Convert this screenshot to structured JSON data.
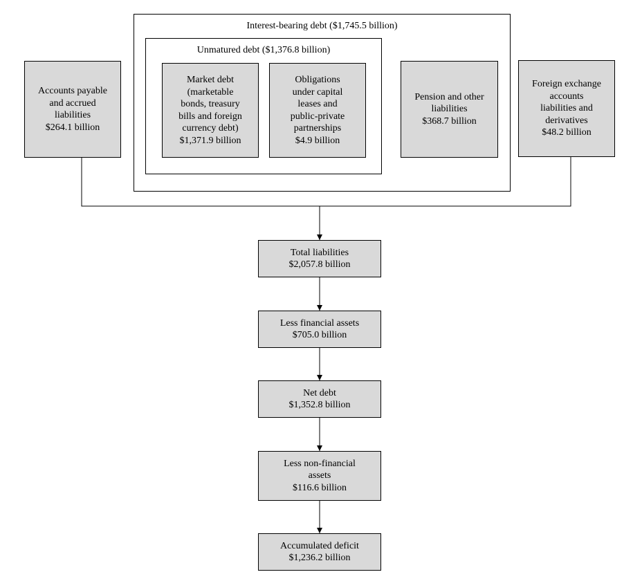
{
  "containers": {
    "interest_bearing": "Interest-bearing debt ($1,745.5 billion)",
    "unmatured": "Unmatured debt ($1,376.8 billion)"
  },
  "nodes": {
    "accounts_payable": [
      "Accounts payable",
      "and accrued",
      "liabilities",
      "$264.1 billion"
    ],
    "market_debt": [
      "Market debt",
      "(marketable",
      "bonds, treasury",
      "bills and foreign",
      "currency debt)",
      "$1,371.9 billion"
    ],
    "obligations": [
      "Obligations",
      "under capital",
      "leases and",
      "public-private",
      "partnerships",
      "$4.9 billion"
    ],
    "pension": [
      "Pension and other",
      "liabilities",
      "$368.7 billion"
    ],
    "foreign_exchange": [
      "Foreign exchange",
      "accounts",
      "liabilities and",
      "derivatives",
      "$48.2 billion"
    ],
    "total_liabilities": [
      "Total liabilities",
      "$2,057.8 billion"
    ],
    "less_financial_assets": [
      "Less financial assets",
      "$705.0 billion"
    ],
    "net_debt": [
      "Net debt",
      "$1,352.8 billion"
    ],
    "less_nonfinancial_assets": [
      "Less non-financial",
      "assets",
      "$116.6 billion"
    ],
    "accumulated_deficit": [
      "Accumulated deficit",
      "$1,236.2 billion"
    ]
  }
}
